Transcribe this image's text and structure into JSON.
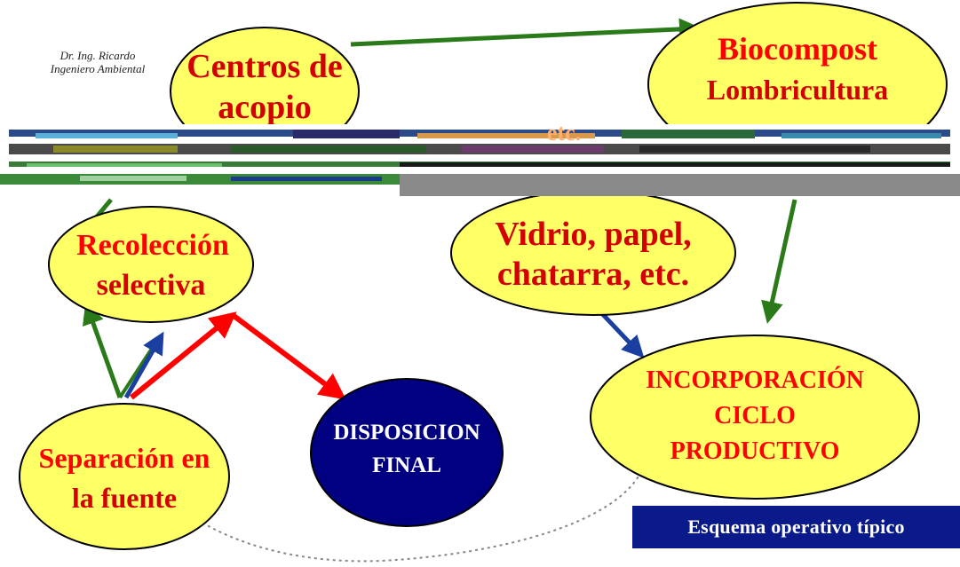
{
  "nodes": {
    "centros": [
      "Centros de",
      "acopio"
    ],
    "biocompost": [
      "Biocompost",
      "Lombricultura"
    ],
    "recoleccion": [
      "Recolección",
      "selectiva"
    ],
    "vidrio": [
      "Vidrio, papel,",
      "chatarra, etc."
    ],
    "incorporacion": [
      "INCORPORACIÓN",
      "CICLO",
      "PRODUCTIVO"
    ],
    "disposicion": [
      "DISPOSICION",
      "FINAL"
    ],
    "separacion": [
      "Separación en",
      "la fuente"
    ]
  },
  "corrupted_fragment": "etc.",
  "stamp_text": [
    "Dr. Ing. Ricardo",
    "Ingeniero Ambiental"
  ],
  "banner": "Esquema operativo típico",
  "colors": {
    "node_fill": "#ffff66",
    "red_arrow": "#ff0000",
    "green_arrow": "#2a7a1a",
    "blue_arrow": "#1a3fa0",
    "disposal_fill": "#000080",
    "banner_bg": "#0a1a8a"
  }
}
